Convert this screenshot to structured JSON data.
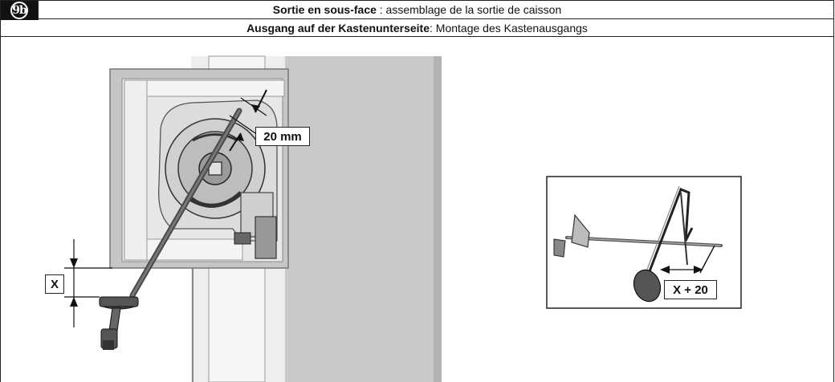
{
  "header": {
    "badge": "9b",
    "line1_bold": "Sortie en sous-face",
    "line1_rest": " : assemblage de la sortie de caisson",
    "line2_bold": "Ausgang auf der Kastenunterseite",
    "line2_rest": ": Montage des Kastenausgangs"
  },
  "labels": {
    "dimension": "20 mm",
    "x": "X",
    "x_plus": "X + 20"
  }
}
